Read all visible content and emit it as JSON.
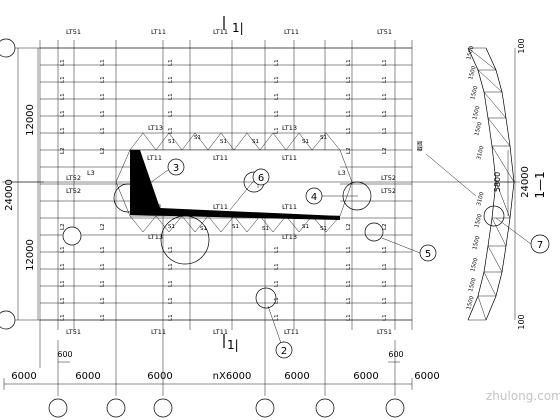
{
  "section_marks": {
    "top": "1|",
    "bottom": "1|"
  },
  "labels": {
    "lt51": "LT51",
    "lt11": "LT11",
    "lt13": "LT13",
    "lt52": "LT52",
    "l1": "L1",
    "l2": "L2",
    "l3": "L3",
    "s1": "S1"
  },
  "dimensions": {
    "left_total": "24000",
    "left_top": "12000",
    "left_bottom": "12000",
    "bottom_spans": [
      "6000",
      "6000",
      "6000",
      "nX6000",
      "6000",
      "6000",
      "6000"
    ],
    "edge_left": "600",
    "edge_right": "600"
  },
  "callouts": [
    "2",
    "3",
    "4",
    "5",
    "6",
    "7"
  ],
  "section_view": {
    "title": "1—1",
    "total": "24000",
    "middle": "5800",
    "chain": [
      "1500",
      "1500",
      "1500",
      "1500",
      "1500",
      "3100",
      "3100",
      "1500",
      "1500",
      "1500",
      "1500",
      "1500"
    ],
    "ends": [
      "100",
      "100"
    ],
    "note": "截面"
  },
  "watermark": "zhulong.com"
}
